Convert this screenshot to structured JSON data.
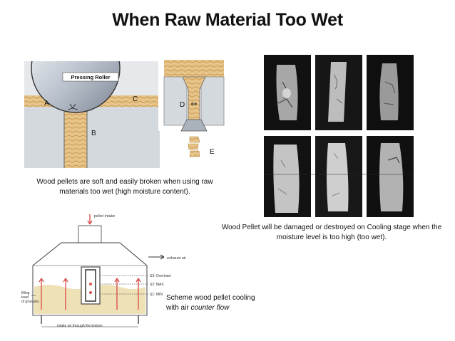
{
  "title": "When Raw Material Too Wet",
  "figures": {
    "roller": {
      "label_roller": "Pressing Roller",
      "label_a": "A",
      "label_b": "B",
      "label_c": "C"
    },
    "die": {
      "label_d": "D",
      "label_e": "E"
    },
    "cooler": {
      "pellet_intake": "pellet intake",
      "exhaust_air": "exhaust air",
      "level_overload": "S3: Overload",
      "level_max": "S2: MAX",
      "level_min": "S1: MIN",
      "filling_level_line1": "filling",
      "filling_level_line2": "level",
      "filling_level_line3": "of granules",
      "intake_air": "intake air through the bottom"
    }
  },
  "captions": {
    "pellets_soft": "Wood pellets are soft and easily broken when using raw materials too wet (high moisture content).",
    "cooling_damage": "Wood Pellet will be damaged or destroyed on Cooling stage when the moisture level is too high (too wet).",
    "scheme_main": "Scheme wood pellet cooling with air ",
    "scheme_italic": "counter flow"
  },
  "colors": {
    "wood": "#e7c48a",
    "wood_dark": "#c9974f",
    "metal": "#bfc5cc",
    "photo_bg": "#0d0d0d",
    "arrow_red": "#d9534f"
  }
}
